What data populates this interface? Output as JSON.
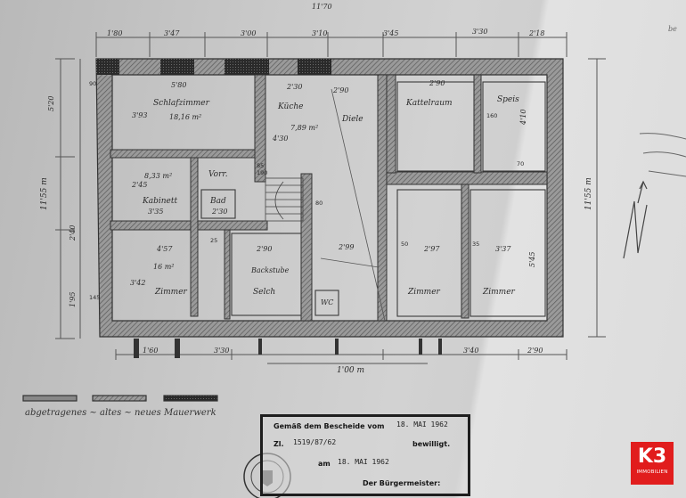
{
  "plan": {
    "top_dimension_total": "11'70",
    "top_dimensions": [
      "1'80",
      "3'47",
      "3'00",
      "3'10",
      "3'45",
      "3'30",
      "2'18"
    ],
    "left_dimensions": [
      "5'20",
      "11'55 m",
      "2'40",
      "1'95"
    ],
    "right_dimension": "11'55 m",
    "bottom_dimensions": [
      "1'60",
      "3'30",
      "3'40",
      "2'90"
    ],
    "bottom_total": "1'00 m",
    "rooms": [
      {
        "name": "Schlafzimmer",
        "size": "5'80",
        "extra": "3'93",
        "area": "18,16 m²"
      },
      {
        "name": "Küche",
        "size": "2'30",
        "extra": "4'30",
        "area": "7,89 m²"
      },
      {
        "name": "Diele",
        "size": "2'90"
      },
      {
        "name": "Kattelraum",
        "size": "2'90"
      },
      {
        "name": "Speis",
        "size": "4'10"
      },
      {
        "name": "Vorr.",
        "size": ""
      },
      {
        "name": "Kabinett",
        "size": "2'45",
        "extra": "3'35",
        "area": "8,33 m²"
      },
      {
        "name": "Bad",
        "size": "2'30"
      },
      {
        "name": "Zimmer",
        "size": "4'57",
        "extra": "3'42",
        "area": "16 m²"
      },
      {
        "name": "Selch",
        "size": "2'90",
        "extra": "Backstube"
      },
      {
        "name": "Zimmer",
        "size": "2'97"
      },
      {
        "name": "Zimmer",
        "size": "3'37",
        "extra": "5'45"
      },
      {
        "name": "WC",
        "size": ""
      }
    ],
    "openings": [
      "85",
      "190",
      "80",
      "50",
      "160",
      "25",
      "35",
      "70",
      "145",
      "90"
    ],
    "misc_dimension": "2'99"
  },
  "legend": {
    "label_text": "abgetragenes ~ altes ~ neues Mauerwerk"
  },
  "stamp": {
    "line1": "Gemäß dem Bescheide vom",
    "date1": "18. MAI 1962",
    "line2_prefix": "Zl.",
    "ref": "1519/87/62",
    "line2_suffix": "bewilligt.",
    "line3_prefix": "am",
    "date2": "18. MAI 1962",
    "line4": "Der Bürgermeister:"
  },
  "logo": {
    "mark": "K3",
    "sub": "IMMOBILIEN"
  },
  "corner_note": "be"
}
